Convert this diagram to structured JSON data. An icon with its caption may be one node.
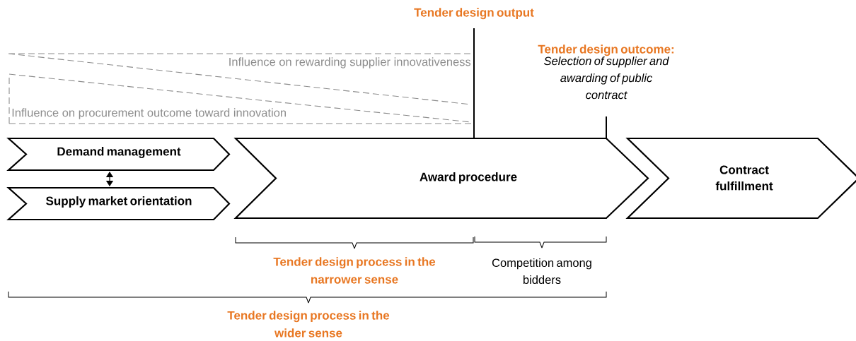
{
  "diagram": {
    "nodes": [
      {
        "text": [
          "Demand management"
        ]
      },
      {
        "text": [
          "Supply market orientation"
        ]
      },
      {
        "text": [
          "Award procedure"
        ]
      },
      {
        "text": [
          "Contract fulfillment"
        ]
      },
      {
        "text": [
          "Tender design output"
        ]
      },
      {
        "text": [
          "Tender design outcome:",
          "Selection of supplier and awarding of public contract"
        ]
      }
    ],
    "edges": [
      {
        "from": 0,
        "to": 1,
        "arrow": "both"
      },
      {
        "from": 4,
        "to": 2,
        "arrow": "none"
      },
      {
        "from": 5,
        "to": 2,
        "arrow": "none"
      }
    ],
    "labels": [
      "Influence on rewarding supplier innovativeness",
      "Influence on procurement outcome toward innovation",
      "Tender design process in the narrower sense",
      "Competition among bidders",
      "Tender design process in the wider sense"
    ]
  }
}
